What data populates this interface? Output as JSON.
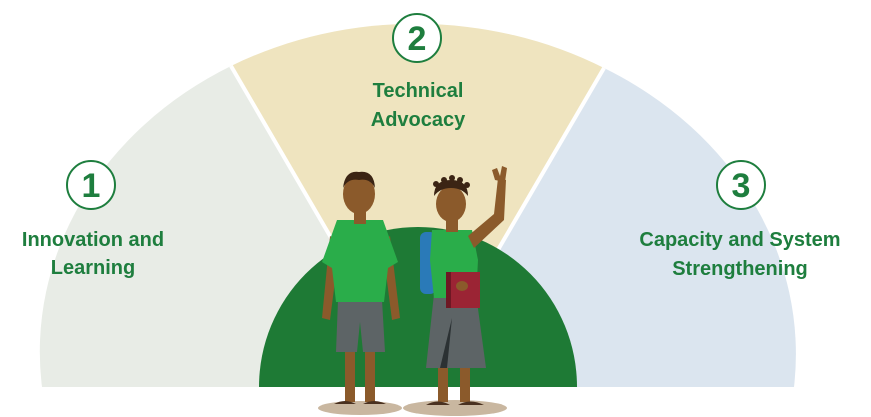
{
  "segments": [
    {
      "number": "1",
      "label_line1": "Innovation and",
      "label_line2": "Learning",
      "fill": "#e8ece6"
    },
    {
      "number": "2",
      "label_line1": "Technical",
      "label_line2": "Advocacy",
      "fill": "#efe4bf"
    },
    {
      "number": "3",
      "label_line1": "Capacity and System",
      "label_line2": "Strengthening",
      "fill": "#dbe5ef"
    }
  ],
  "colors": {
    "accent_green": "#1e7e3e",
    "hill_green": "#1e7a35",
    "shirt_green": "#2aad4a",
    "skin": "#8b5a2b",
    "shorts_gray": "#5d6466",
    "book_red": "#9b2434",
    "backpack_blue": "#2a7ab8"
  },
  "illustration": {
    "figures": [
      "boy-figure",
      "girl-figure"
    ],
    "icons": [
      "book-icon",
      "backpack-icon"
    ]
  }
}
